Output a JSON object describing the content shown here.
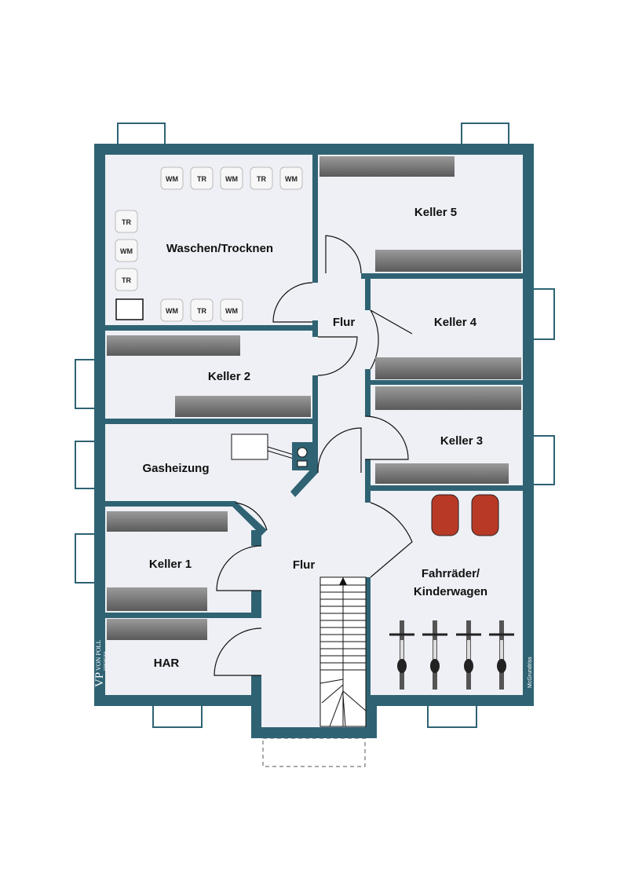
{
  "rooms": {
    "waschen": "Waschen/Trocknen",
    "keller5": "Keller 5",
    "flur_upper": "Flur",
    "keller4": "Keller 4",
    "keller2": "Keller 2",
    "keller3": "Keller 3",
    "gasheizung": "Gasheizung",
    "keller1": "Keller 1",
    "flur_lower": "Flur",
    "fahrraeder_line1": "Fahrräder/",
    "fahrraeder_line2": "Kinderwagen",
    "har": "HAR"
  },
  "appliances": {
    "top_row": [
      "WM",
      "TR",
      "WM",
      "TR",
      "WM"
    ],
    "left_col": [
      "TR",
      "WM",
      "TR"
    ],
    "bottom_row": [
      "WM",
      "TR",
      "WM"
    ]
  },
  "logo": {
    "initials": "VP",
    "name": "VON POLL",
    "sub": "IMMOBILIEN"
  },
  "credit": "McGrundriss",
  "colors": {
    "wall": "#2f6373",
    "floor": "#eef0f5",
    "car": "#b83a26"
  }
}
